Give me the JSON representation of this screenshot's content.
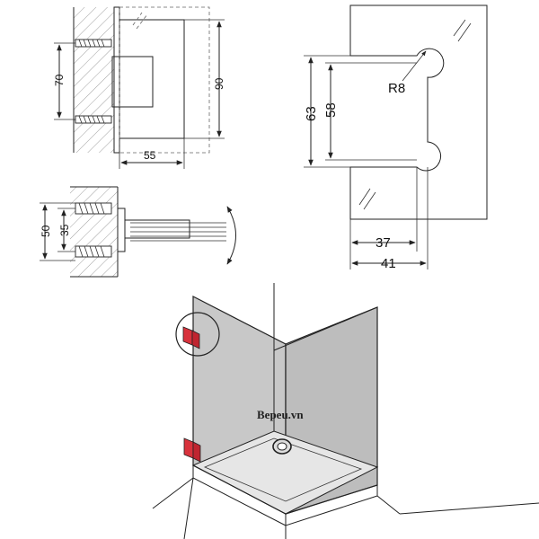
{
  "dimensions": {
    "height_70": "70",
    "height_90": "90",
    "width_55": "55",
    "height_63": "63",
    "height_58": "58",
    "radius_r8": "R8",
    "width_37": "37",
    "width_41": "41",
    "height_50": "50",
    "height_35": "35"
  },
  "watermark": "Bepeu.vn",
  "colors": {
    "line": "#222222",
    "hatch": "#888888",
    "glass": "#c9c9c9",
    "glass_dark": "#b6b6b6",
    "floor": "#e6e6e6",
    "hinge_red": "#d8323c"
  }
}
